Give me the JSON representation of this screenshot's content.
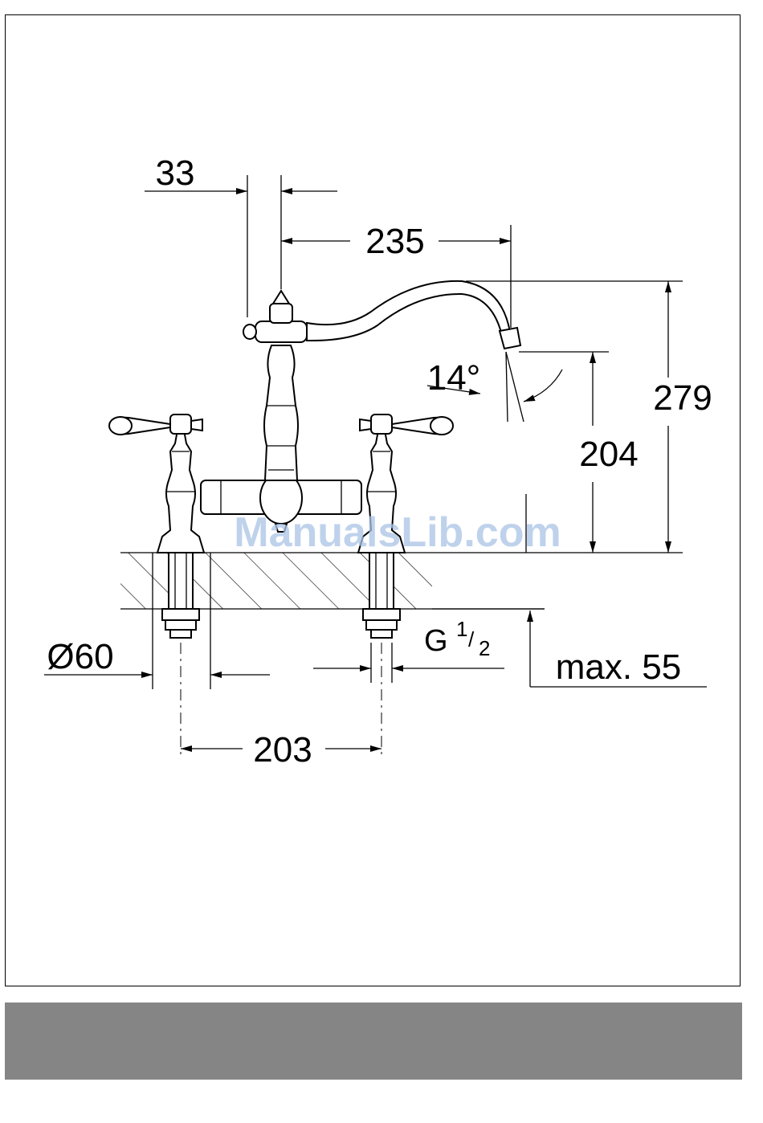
{
  "dimensions": {
    "offset_spout": "33",
    "spout_reach": "235",
    "spout_angle": "14°",
    "total_height": "279",
    "outlet_height": "204",
    "base_diameter": "Ø60",
    "thread_prefix": "G",
    "thread_num": "1",
    "thread_slash": "/",
    "thread_den": "2",
    "center_distance": "203",
    "max_thickness": "max. 55"
  },
  "watermark": "ManualsLib.com",
  "colors": {
    "footer_band": "#858585",
    "watermark": "#a9c3e6"
  }
}
